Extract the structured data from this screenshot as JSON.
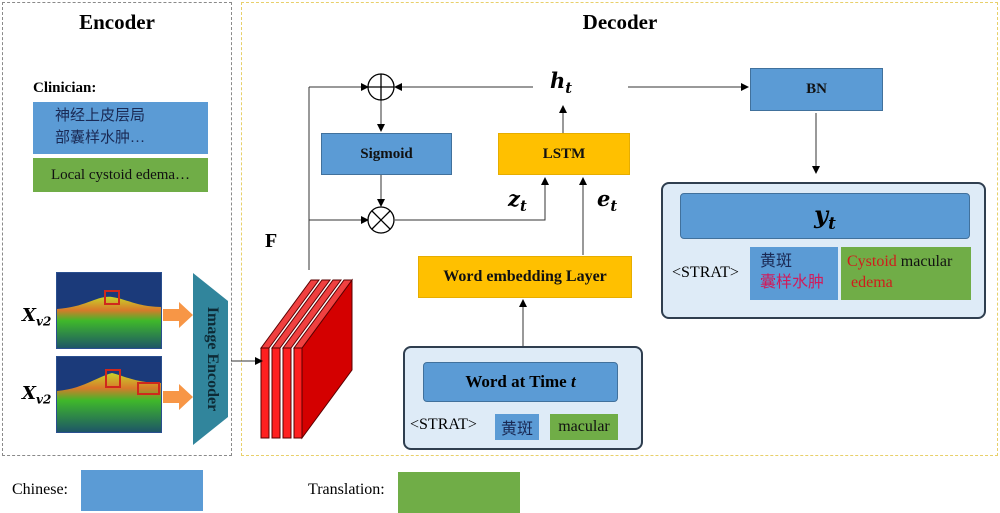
{
  "encoder": {
    "title": "Encoder",
    "clinician_label": "Clinician:",
    "chinese_text_line1": "神经上皮层局",
    "chinese_text_line2": "部囊样水肿…",
    "translation_text": "Local cystoid edema…",
    "image_labels": [
      "X",
      "X"
    ],
    "image_label_subscripts": [
      "v2",
      "v2"
    ],
    "image_encoder_label": "Image Encoder"
  },
  "decoder": {
    "title": "Decoder",
    "feature_label": "F",
    "sigmoid_label": "Sigmoid",
    "lstm_label": "LSTM",
    "bn_label": "BN",
    "word_embedding_label": "Word embedding Layer",
    "h_label": "h",
    "h_sub": "t",
    "z_label": "z",
    "z_sub": "t",
    "e_label": "e",
    "e_sub": "t",
    "add_op": "⊕",
    "mul_op": "⊗",
    "input_card": {
      "scroll_title": "Word at Time ",
      "scroll_title_var": "t",
      "start_token": "<STRAT>",
      "chinese_word": "黄斑",
      "translation_word": "macular"
    },
    "output_card": {
      "scroll_title": "y",
      "scroll_title_sub": "t",
      "start_token": "<STRAT>",
      "chinese_word_line1": "黄斑",
      "chinese_word_line2": "囊样水肿",
      "translation_highlight": "Cystoid",
      "translation_rest": " macular",
      "translation_line2": "edema"
    }
  },
  "legend": {
    "chinese_label": "Chinese:",
    "translation_label": "Translation:"
  },
  "colors": {
    "chinese": "#5b9bd5",
    "translation": "#70ad47",
    "lstm": "#ffc000",
    "encoder": "#31859c",
    "feature_map": "#e81c1c",
    "highlight_text": "#d01c1c"
  }
}
